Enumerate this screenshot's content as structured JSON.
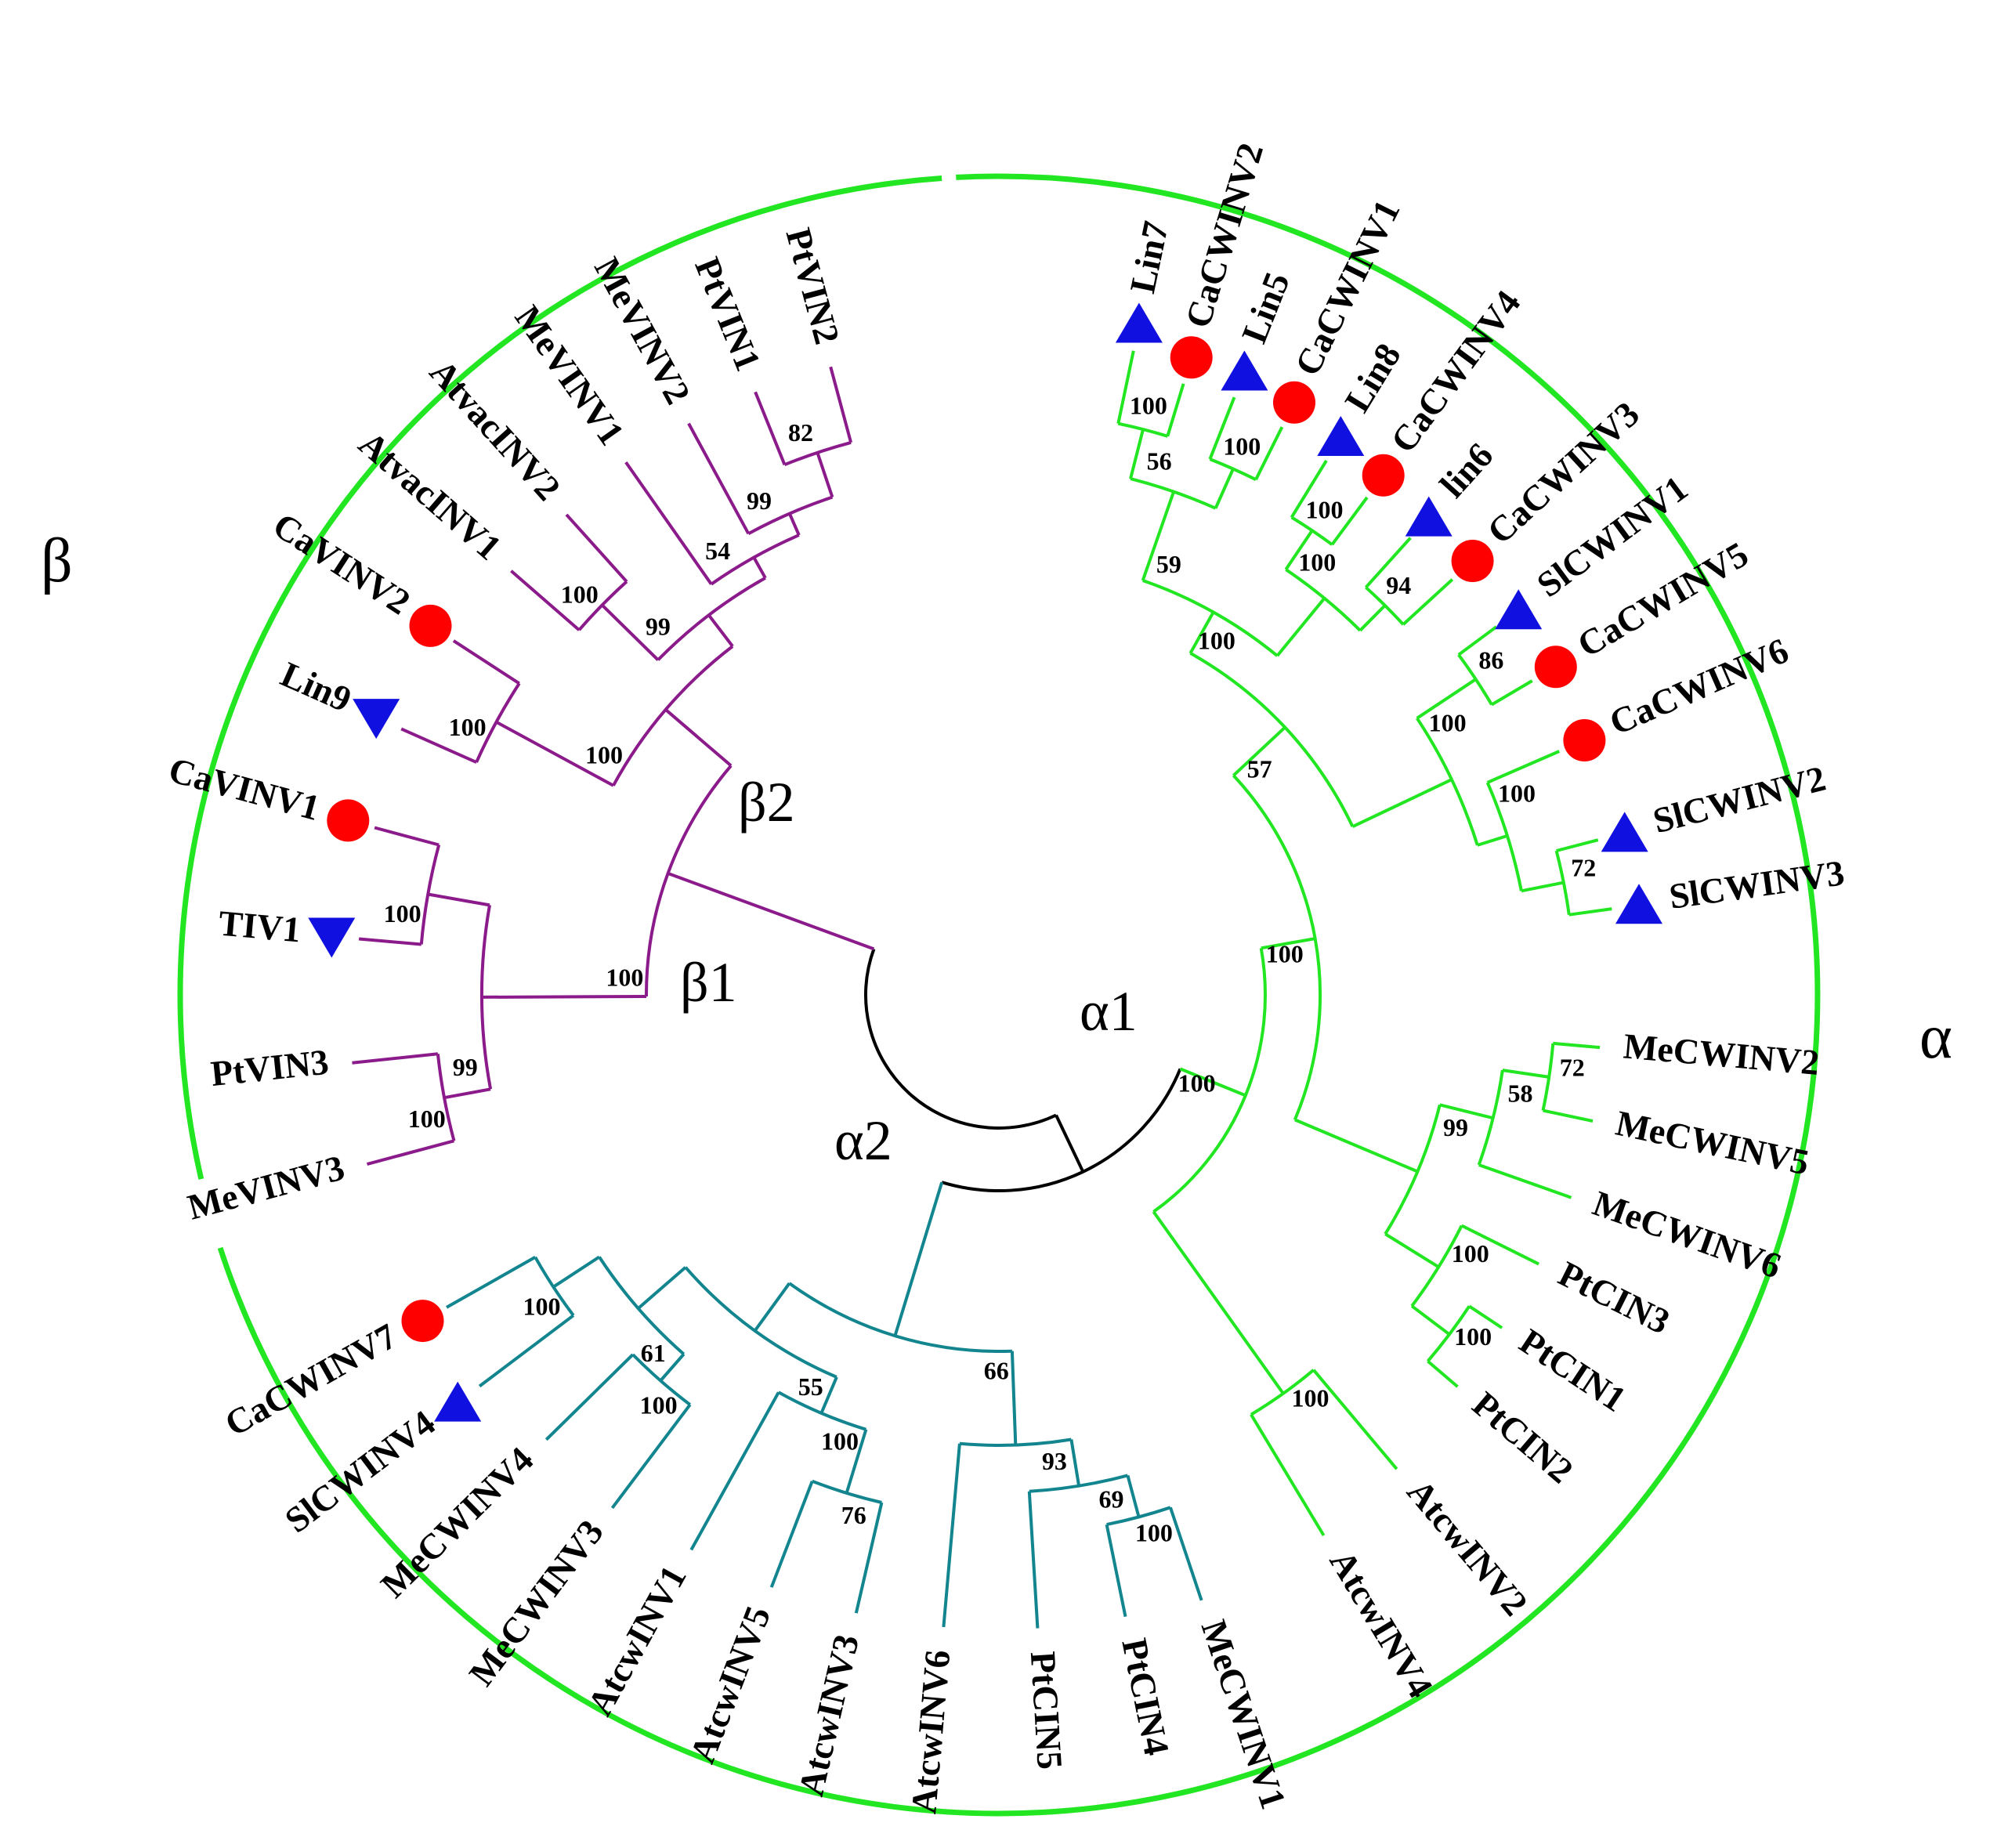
{
  "colors": {
    "alpha1": "#22e622",
    "alpha2": "#12858f",
    "beta": "#8b1a8b",
    "root": "#000000",
    "pepper_marker": "#ff0000",
    "tomato_marker": "#1010e0"
  },
  "marker_shapes": {
    "pepper": "circle",
    "tomato": "triangle"
  },
  "groups": {
    "alpha": "α",
    "beta": "β"
  },
  "clades": {
    "alpha1": "α1",
    "alpha2": "α2",
    "beta1": "β1",
    "beta2": "β2"
  },
  "leaves": [
    {
      "label": "Lin7",
      "clade": "alpha1",
      "marker": "tomato"
    },
    {
      "label": "CaCWINV2",
      "clade": "alpha1",
      "marker": "pepper"
    },
    {
      "label": "Lin5",
      "clade": "alpha1",
      "marker": "tomato"
    },
    {
      "label": "CaCWINV1",
      "clade": "alpha1",
      "marker": "pepper"
    },
    {
      "label": "Lin8",
      "clade": "alpha1",
      "marker": "tomato"
    },
    {
      "label": "CaCWINV4",
      "clade": "alpha1",
      "marker": "pepper"
    },
    {
      "label": "lin6",
      "clade": "alpha1",
      "marker": "tomato"
    },
    {
      "label": "CaCWINV3",
      "clade": "alpha1",
      "marker": "pepper"
    },
    {
      "label": "SlCWINV1",
      "clade": "alpha1",
      "marker": "tomato"
    },
    {
      "label": "CaCWINV5",
      "clade": "alpha1",
      "marker": "pepper"
    },
    {
      "label": "CaCWINV6",
      "clade": "alpha1",
      "marker": "pepper"
    },
    {
      "label": "SlCWINV2",
      "clade": "alpha1",
      "marker": "tomato"
    },
    {
      "label": "SlCWINV3",
      "clade": "alpha1",
      "marker": "tomato"
    },
    {
      "label": "MeCWINV2",
      "clade": "alpha1",
      "marker": ""
    },
    {
      "label": "MeCWINV5",
      "clade": "alpha1",
      "marker": ""
    },
    {
      "label": "MeCWINV6",
      "clade": "alpha1",
      "marker": ""
    },
    {
      "label": "PtCIN3",
      "clade": "alpha1",
      "marker": ""
    },
    {
      "label": "PtCIN1",
      "clade": "alpha1",
      "marker": ""
    },
    {
      "label": "PtCIN2",
      "clade": "alpha1",
      "marker": ""
    },
    {
      "label": "AtcwINV2",
      "clade": "alpha1",
      "marker": ""
    },
    {
      "label": "AtcwINV4",
      "clade": "alpha1",
      "marker": ""
    },
    {
      "label": "MeCWINV1",
      "clade": "alpha2",
      "marker": ""
    },
    {
      "label": "PtCIN4",
      "clade": "alpha2",
      "marker": ""
    },
    {
      "label": "PtCIN5",
      "clade": "alpha2",
      "marker": ""
    },
    {
      "label": "AtcwINV6",
      "clade": "alpha2",
      "marker": ""
    },
    {
      "label": "AtcwINV3",
      "clade": "alpha2",
      "marker": ""
    },
    {
      "label": "AtcwINV5",
      "clade": "alpha2",
      "marker": ""
    },
    {
      "label": "AtcwINV1",
      "clade": "alpha2",
      "marker": ""
    },
    {
      "label": "MeCWINV3",
      "clade": "alpha2",
      "marker": ""
    },
    {
      "label": "MeCWINV4",
      "clade": "alpha2",
      "marker": ""
    },
    {
      "label": "SlCWINV4",
      "clade": "alpha2",
      "marker": "tomato"
    },
    {
      "label": "CaCWINV7",
      "clade": "alpha2",
      "marker": "pepper"
    },
    {
      "label": "MeVINV3",
      "clade": "beta",
      "marker": ""
    },
    {
      "label": "PtVIN3",
      "clade": "beta",
      "marker": ""
    },
    {
      "label": "TIV1",
      "clade": "beta",
      "marker": "tomato"
    },
    {
      "label": "CaVINV1",
      "clade": "beta",
      "marker": "pepper"
    },
    {
      "label": "Lin9",
      "clade": "beta",
      "marker": "tomato"
    },
    {
      "label": "CaVINV2",
      "clade": "beta",
      "marker": "pepper"
    },
    {
      "label": "AtvacINV1",
      "clade": "beta",
      "marker": ""
    },
    {
      "label": "AtvacINV2",
      "clade": "beta",
      "marker": ""
    },
    {
      "label": "MeVINV1",
      "clade": "beta",
      "marker": ""
    },
    {
      "label": "MeVINV2",
      "clade": "beta",
      "marker": ""
    },
    {
      "label": "PtVIN1",
      "clade": "beta",
      "marker": ""
    },
    {
      "label": "PtVIN2",
      "clade": "beta",
      "marker": ""
    }
  ],
  "bootstrap": {
    "n1": "100",
    "n2": "100",
    "n3": "56",
    "n4": "100",
    "n5": "94",
    "n6": "100",
    "n7": "59",
    "n8": "86",
    "n9": "72",
    "n10": "100",
    "n11": "100",
    "n12": "100",
    "n13": "72",
    "n14": "58",
    "n15": "100",
    "n16": "100",
    "n17": "99",
    "n18": "57",
    "n19": "100",
    "n20": "100",
    "n21": "100",
    "n22": "69",
    "n23": "93",
    "n24": "76",
    "n25": "100",
    "n26": "100",
    "n27": "100",
    "n28": "61",
    "n29": "55",
    "n30": "66",
    "n31": "100",
    "n32": "100",
    "n33": "100",
    "n34": "99",
    "n35": "100",
    "n36": "100",
    "n37": "82",
    "n38": "99",
    "n39": "54",
    "n40": "99",
    "n41": "100",
    "n42": "100"
  }
}
